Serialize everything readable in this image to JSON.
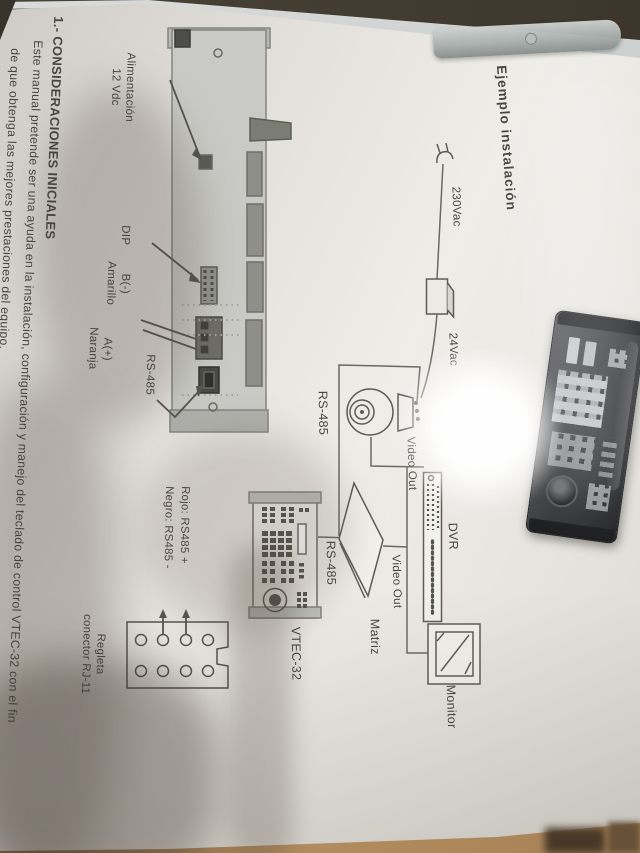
{
  "page": {
    "diagram_title": "Ejemplo instalación",
    "section_heading": "1.- CONSIDERACIONES INICIALES",
    "body_line_1": "Este manual pretende ser una ayuda en la instalación, configuración y manejo del teclado de control VTEC-32 con el fin",
    "body_line_2": "de que obtenga las mejores prestaciones del equipo."
  },
  "diagram": {
    "power_mains_label": "230Vac",
    "power_low_label": "24Vac",
    "dvr_label": "DVR",
    "monitor_label": "Monitor",
    "matrix_label": "Matriz",
    "keyboard_label": "VTEC-32",
    "video_out_dome_label": "Video Out",
    "video_out_matrix_label": "Video Out",
    "rs485_dome_label": "RS-485",
    "rs485_matrix_label": "RS-485",
    "rj11_block": {
      "line1": "Regleta",
      "line2": "conector RJ-11",
      "wire_red": "Rojo: RS485 +",
      "wire_black": "Negro: RS485 -"
    },
    "rear_panel": {
      "power_line1": "Alimentación",
      "power_line2": "12 Vdc",
      "dip_label": "DIP",
      "rs485_b_line1": "B(-)",
      "rs485_b_line2": "Amarillo",
      "rs485_a_line1": "A(+)",
      "rs485_a_line2": "Naranja",
      "rs485_port_label": "RS-485"
    }
  },
  "colors": {
    "backdrop": "#4a4337",
    "sleeve_strip": "#b9bcba",
    "paper": "#e8e5e0",
    "ink": "#47473f",
    "wood": "#b68c5a",
    "keyboard_body": "#3a3b3e"
  }
}
